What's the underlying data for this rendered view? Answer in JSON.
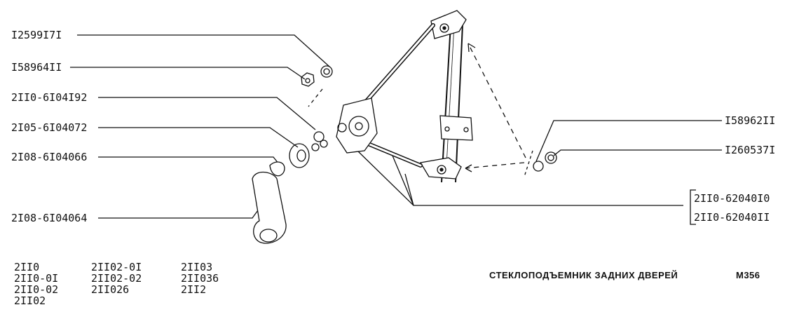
{
  "labels_left": [
    {
      "id": "l1",
      "text": "I2599I7I"
    },
    {
      "id": "l2",
      "text": "I58964II"
    },
    {
      "id": "l3",
      "text": "2II0-6I04I92"
    },
    {
      "id": "l4",
      "text": "2I05-6I04072"
    },
    {
      "id": "l5",
      "text": "2I08-6I04066"
    },
    {
      "id": "l6",
      "text": "2I08-6I04064"
    }
  ],
  "labels_right": [
    {
      "id": "r1",
      "text": "I58962II"
    },
    {
      "id": "r2",
      "text": "I260537I"
    },
    {
      "id": "r3",
      "text": "2II0-62040I0"
    },
    {
      "id": "r4",
      "text": "2II0-62040II"
    }
  ],
  "models": [
    [
      "2II0",
      "2II0-0I",
      "2II0-02",
      "2II02"
    ],
    [
      "2II02-0I",
      "2II02-02",
      "2II026"
    ],
    [
      "2II03",
      "2II036",
      "2II2"
    ]
  ],
  "title": "СТЕКЛОПОДЪЕМНИК ЗАДНИХ ДВЕРЕЙ",
  "code": "М356"
}
